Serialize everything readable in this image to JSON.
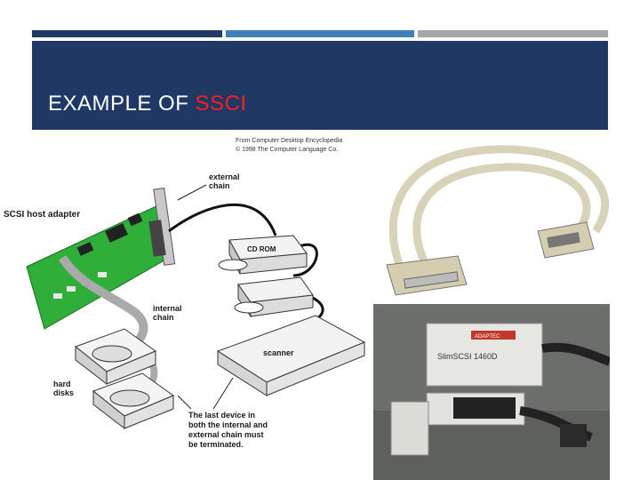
{
  "slide": {
    "title_prefix": "EXAMPLE OF ",
    "title_highlight": "SSCI",
    "accent_color": "#ff1f1f",
    "header_color": "#1f3864",
    "top_bar_colors": [
      "#1f3864",
      "#3d7fb8",
      "#a6a6a6"
    ]
  },
  "diagram": {
    "source_line1": "From Computer Desktop Encyclopedia",
    "source_line2": "© 1998 The Computer Language Co.",
    "external_chain_1": "external",
    "external_chain_2": "chain",
    "host_adapter": "SCSI host adapter",
    "cd_rom": "CD ROM",
    "internal_chain_1": "internal",
    "internal_chain_2": "chain",
    "scanner": "scanner",
    "hard_disks_1": "hard",
    "hard_disks_2": "disks",
    "note_1": "The last device in",
    "note_2": "both the internal and",
    "note_3": "external chain must",
    "note_4": "be terminated."
  },
  "photos": {
    "pcmcia_label": "SlimSCSI 1460D",
    "pcmcia_brand": "ADAPTEC"
  }
}
